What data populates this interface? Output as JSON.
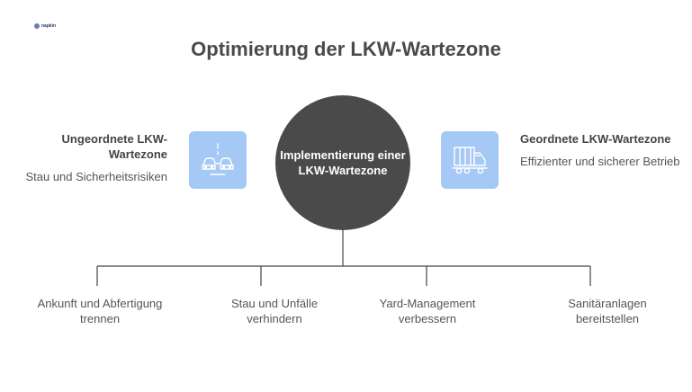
{
  "logo": {
    "text": "napkin"
  },
  "title": "Optimierung der LKW-Wartezone",
  "center": {
    "label": "Implementierung einer LKW-Wartezone"
  },
  "left": {
    "title": "Ungeordnete LKW-Wartezone",
    "desc": "Stau und Sicherheitsrisiken",
    "icon": "collision-cars-icon"
  },
  "right": {
    "title": "Geordnete LKW-Wartezone",
    "desc": "Effizienter und sicherer Betrieb",
    "icon": "truck-icon"
  },
  "branches": [
    {
      "label": "Ankunft und Abfertigung trennen"
    },
    {
      "label": "Stau und Unfälle verhindern"
    },
    {
      "label": "Yard-Management verbessern"
    },
    {
      "label": "Sanitäranlagen bereitstellen"
    }
  ],
  "colors": {
    "circle": "#4a4a4a",
    "icon_bg": "#a6c8f5",
    "icon_stroke": "#ffffff",
    "line": "#444444"
  }
}
